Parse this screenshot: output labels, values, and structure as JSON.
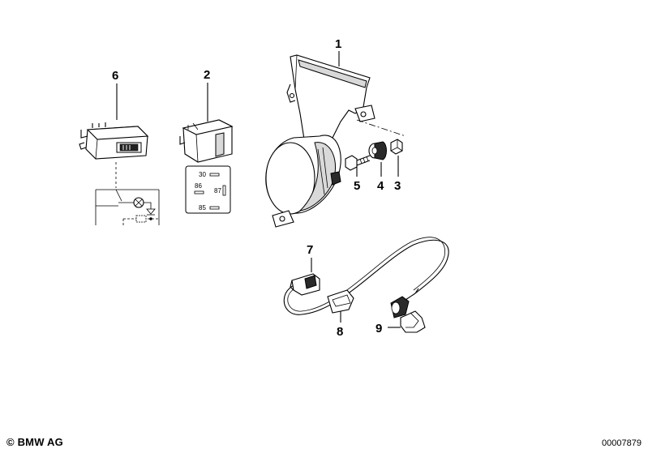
{
  "callouts": {
    "c1": "1",
    "c2": "2",
    "c3": "3",
    "c4": "4",
    "c5": "5",
    "c6": "6",
    "c7": "7",
    "c8": "8",
    "c9": "9"
  },
  "relay_pins": {
    "p30": "30",
    "p86": "86",
    "p87": "87",
    "p85": "85"
  },
  "footer": {
    "copyright": "© BMW AG",
    "diagram_id": "00007879"
  },
  "icons": {
    "horn": "horn-icon",
    "relay": "relay-icon",
    "switch": "switch-icon"
  }
}
